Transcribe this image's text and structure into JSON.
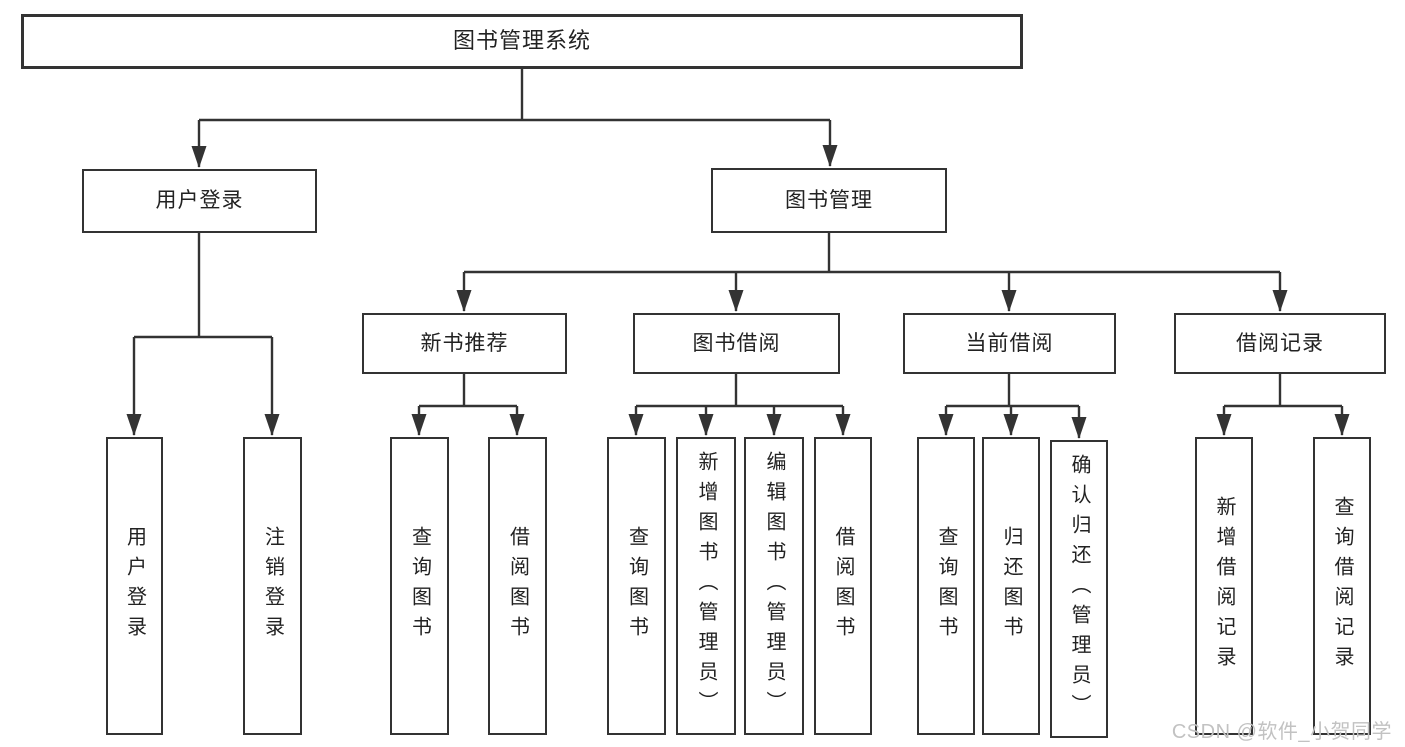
{
  "tree": {
    "label": "图书管理系统",
    "children": [
      {
        "label": "用户登录",
        "children": [
          {
            "label": "用户登录"
          },
          {
            "label": "注销登录"
          }
        ]
      },
      {
        "label": "图书管理",
        "children": [
          {
            "label": "新书推荐",
            "children": [
              {
                "label": "查询图书"
              },
              {
                "label": "借阅图书"
              }
            ]
          },
          {
            "label": "图书借阅",
            "children": [
              {
                "label": "查询图书"
              },
              {
                "label": "新增图书（管理员）"
              },
              {
                "label": "编辑图书（管理员）"
              },
              {
                "label": "借阅图书"
              }
            ]
          },
          {
            "label": "当前借阅",
            "children": [
              {
                "label": "查询图书"
              },
              {
                "label": "归还图书"
              },
              {
                "label": "确认归还（管理员）"
              }
            ]
          },
          {
            "label": "借阅记录",
            "children": [
              {
                "label": "新增借阅记录"
              },
              {
                "label": "查询借阅记录"
              }
            ]
          }
        ]
      }
    ]
  },
  "watermark": {
    "text": "CSDN @软件_小贺同学"
  },
  "colors": {
    "line": "#333333",
    "box_border": "#333333",
    "text": "#222222",
    "watermark": "#c2c2c2",
    "background": "#ffffff"
  }
}
